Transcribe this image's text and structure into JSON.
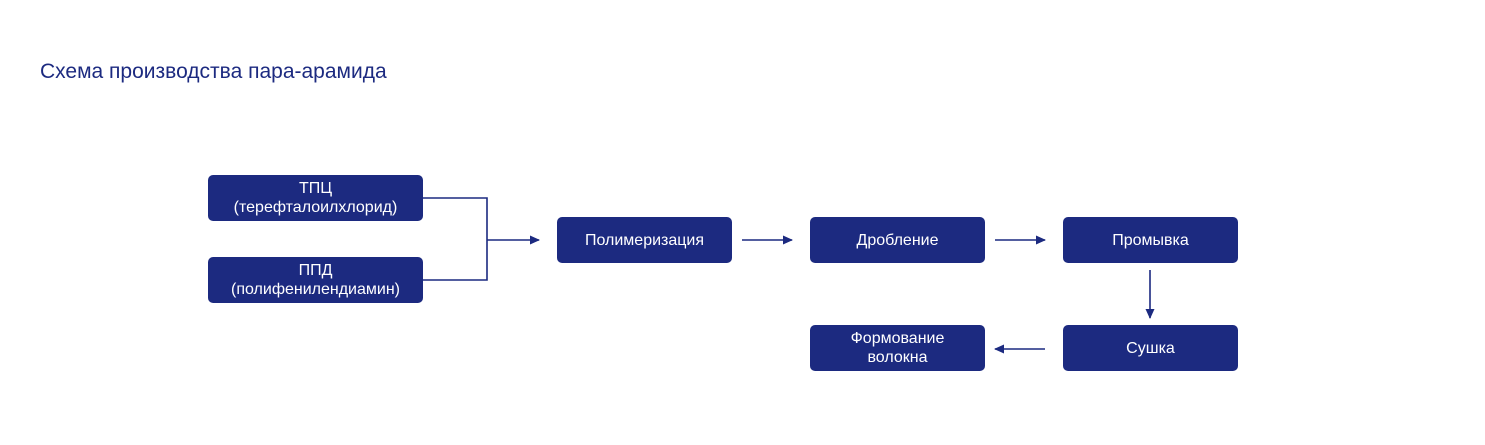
{
  "title": "Схема производства пара-арамида",
  "nodes": {
    "tpc": {
      "line1": "ТПЦ",
      "line2": "(терефталоилхлорид)"
    },
    "ppd": {
      "line1": "ППД",
      "line2": "(полифенилендиамин)"
    },
    "polymerization": {
      "label": "Полимеризация"
    },
    "crushing": {
      "label": "Дробление"
    },
    "washing": {
      "label": "Промывка"
    },
    "drying": {
      "label": "Сушка"
    },
    "spinning": {
      "line1": "Формование",
      "line2": "волокна"
    }
  },
  "colors": {
    "node_fill": "#1c2a80",
    "node_text": "#ffffff",
    "title": "#1c2a80",
    "connector": "#1c2a80"
  }
}
